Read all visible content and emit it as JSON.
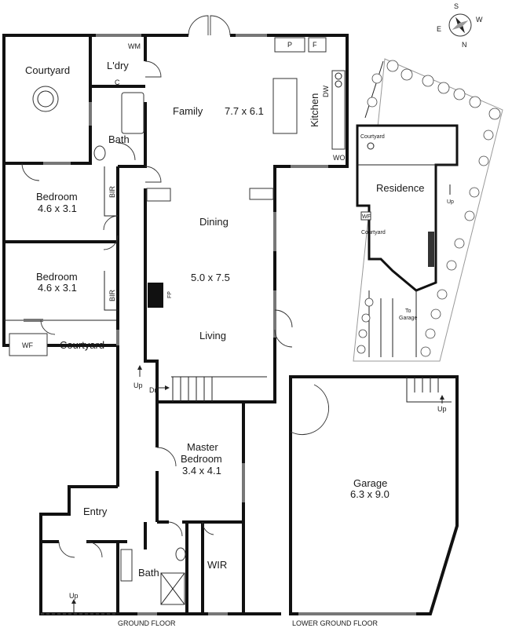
{
  "compass": {
    "s": "S",
    "w": "W",
    "e": "E",
    "n": "N"
  },
  "rooms": {
    "courtyard_nw": "Courtyard",
    "laundry": "L'dry",
    "wm": "WM",
    "c": "C",
    "bath_upper": "Bath",
    "family": "Family",
    "family_dim": "7.7 x 6.1",
    "kitchen": "Kitchen",
    "dw": "DW",
    "wo": "WO",
    "p": "P",
    "f": "F",
    "bedroom1": "Bedroom",
    "bedroom1_dim": "4.6 x 3.1",
    "bir1": "BIR",
    "bedroom2": "Bedroom",
    "bedroom2_dim": "4.6 x 3.1",
    "bir2": "BIR",
    "dining": "Dining",
    "dining_living_dim": "5.0 x 7.5",
    "fp": "FP",
    "living": "Living",
    "wf": "WF",
    "courtyard_w": "Courtyard",
    "up1": "Up",
    "dn": "Dn",
    "master": "Master",
    "master2": "Bedroom",
    "master_dim": "3.4 x 4.1",
    "entry": "Entry",
    "bath_lower": "Bath",
    "wir": "WIR",
    "up_entry": "Up",
    "garage": "Garage",
    "garage_dim": "6.3 x 9.0",
    "up_garage": "Up"
  },
  "footer": {
    "ground": "GROUND FLOOR",
    "lower": "LOWER GROUND FLOOR"
  },
  "site": {
    "courtyard_top": "Courtyard",
    "residence": "Residence",
    "up": "Up",
    "wf": "WF",
    "courtyard_mid": "Courtyard",
    "to": "To",
    "garage": "Garage"
  }
}
